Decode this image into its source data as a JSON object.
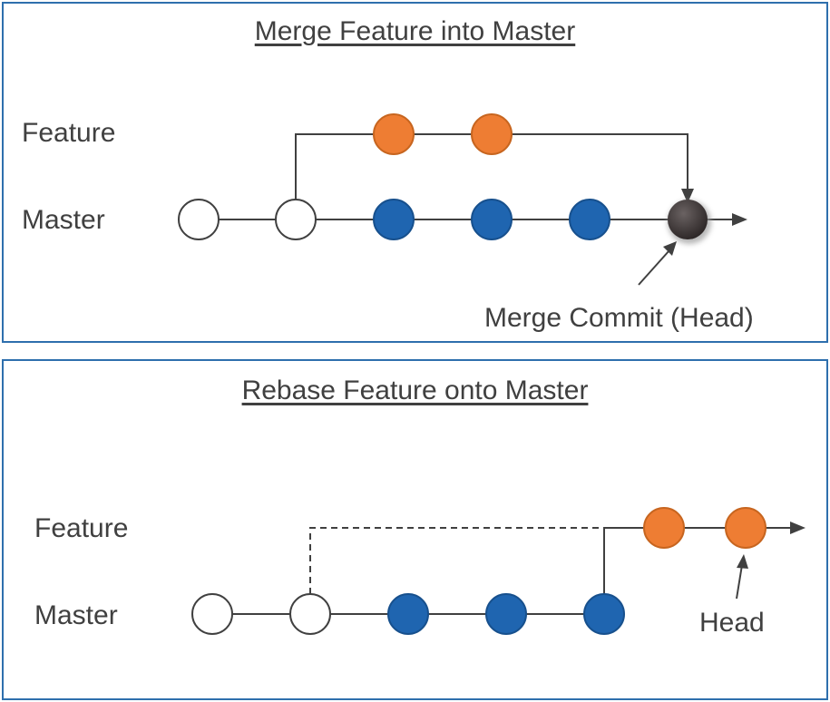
{
  "merge_panel": {
    "title": "Merge Feature into Master",
    "feature_label": "Feature",
    "master_label": "Master",
    "merge_commit_label": "Merge Commit (Head)"
  },
  "rebase_panel": {
    "title": "Rebase Feature onto Master",
    "feature_label": "Feature",
    "master_label": "Master",
    "head_label": "Head"
  },
  "colors": {
    "frame": "#2e6fad",
    "line": "#404040",
    "initial_commit_fill": "#ffffff",
    "master_commit_fill": "#1f65b0",
    "feature_commit_fill": "#ee7d33",
    "merge_commit_fill": "#3b3434"
  }
}
